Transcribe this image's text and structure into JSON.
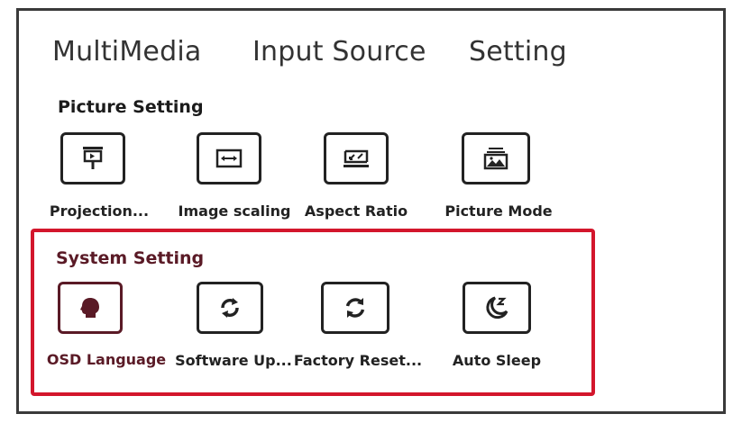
{
  "tabs": [
    {
      "label": "MultiMedia"
    },
    {
      "label": "Input Source"
    },
    {
      "label": "Setting"
    }
  ],
  "picture_setting": {
    "title": "Picture Setting",
    "items": [
      {
        "label": "Projection...",
        "icon": "projection-icon"
      },
      {
        "label": "Image scaling",
        "icon": "image-scaling-icon"
      },
      {
        "label": "Aspect Ratio",
        "icon": "aspect-ratio-icon"
      },
      {
        "label": "Picture Mode",
        "icon": "picture-mode-icon"
      }
    ]
  },
  "system_setting": {
    "title": "System Setting",
    "items": [
      {
        "label": "OSD Language",
        "icon": "language-head-icon",
        "selected": true
      },
      {
        "label": "Software Up...",
        "icon": "software-update-icon"
      },
      {
        "label": "Factory Reset...",
        "icon": "factory-reset-icon"
      },
      {
        "label": "Auto Sleep",
        "icon": "sleep-moon-icon"
      }
    ]
  },
  "colors": {
    "highlight_border": "#d3162c",
    "selected_text": "#5a1a26",
    "frame": "#3a3a3a"
  }
}
